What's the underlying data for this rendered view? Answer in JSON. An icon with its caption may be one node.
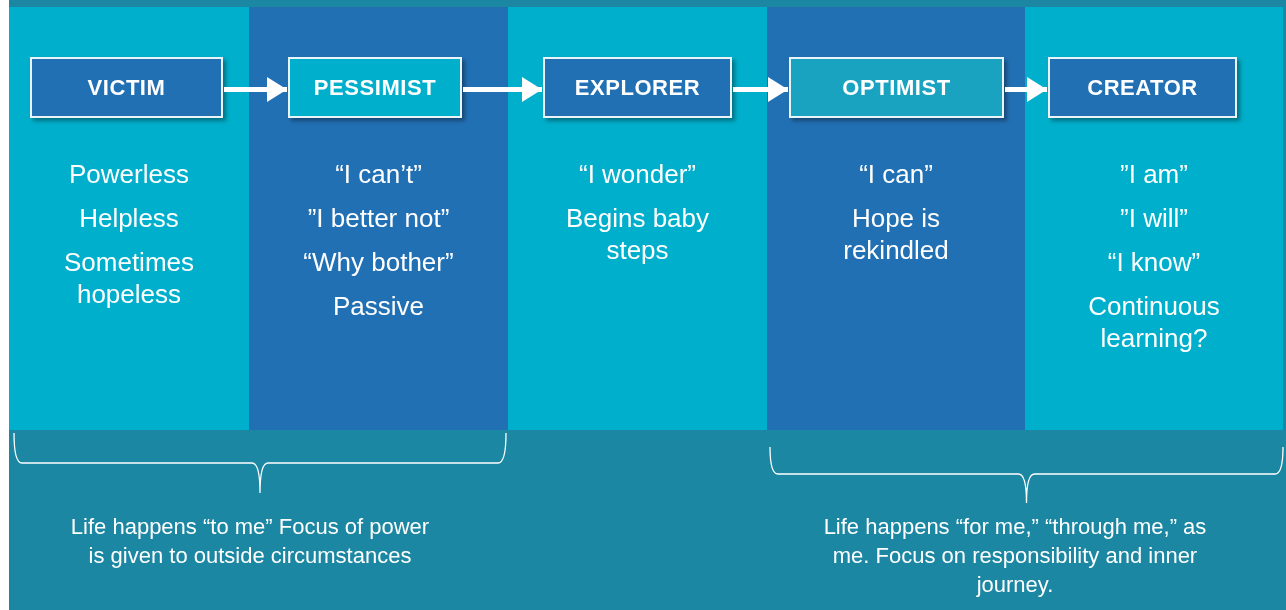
{
  "diagram": {
    "nodes": [
      {
        "text": [
          "Powerless",
          "Helpless",
          "Sometimes hopeless"
        ]
      },
      {
        "text": [
          "VICTIM"
        ],
        "in": 0
      },
      {
        "text": [
          "“I can’t”",
          "”I better not”",
          "“Why bother”",
          "Passive"
        ]
      },
      {
        "text": [
          "PESSIMIST"
        ],
        "in": 2
      },
      {
        "text": [
          "“I wonder”",
          "Begins baby steps"
        ]
      },
      {
        "text": [
          "EXPLORER"
        ],
        "in": 4
      },
      {
        "text": [
          "“I can”",
          "Hope is rekindled"
        ]
      },
      {
        "text": [
          "OPTIMIST"
        ],
        "in": 6
      },
      {
        "text": [
          "”I am”",
          "”I will”",
          "“I know”",
          "Continuous learning?"
        ]
      },
      {
        "text": [
          "CREATOR"
        ],
        "in": 8
      }
    ],
    "edges": [
      {
        "from": 1,
        "to": 3,
        "arrow": "to"
      },
      {
        "from": 3,
        "to": 5,
        "arrow": "to"
      },
      {
        "from": 5,
        "to": 7,
        "arrow": "to"
      },
      {
        "from": 7,
        "to": 9,
        "arrow": "to"
      }
    ],
    "labels": [
      "Life happens “to me” Focus of power is given to outside circumstances",
      "Life happens “for me,” “through me,” as me. Focus on responsibility and inner journey."
    ]
  }
}
